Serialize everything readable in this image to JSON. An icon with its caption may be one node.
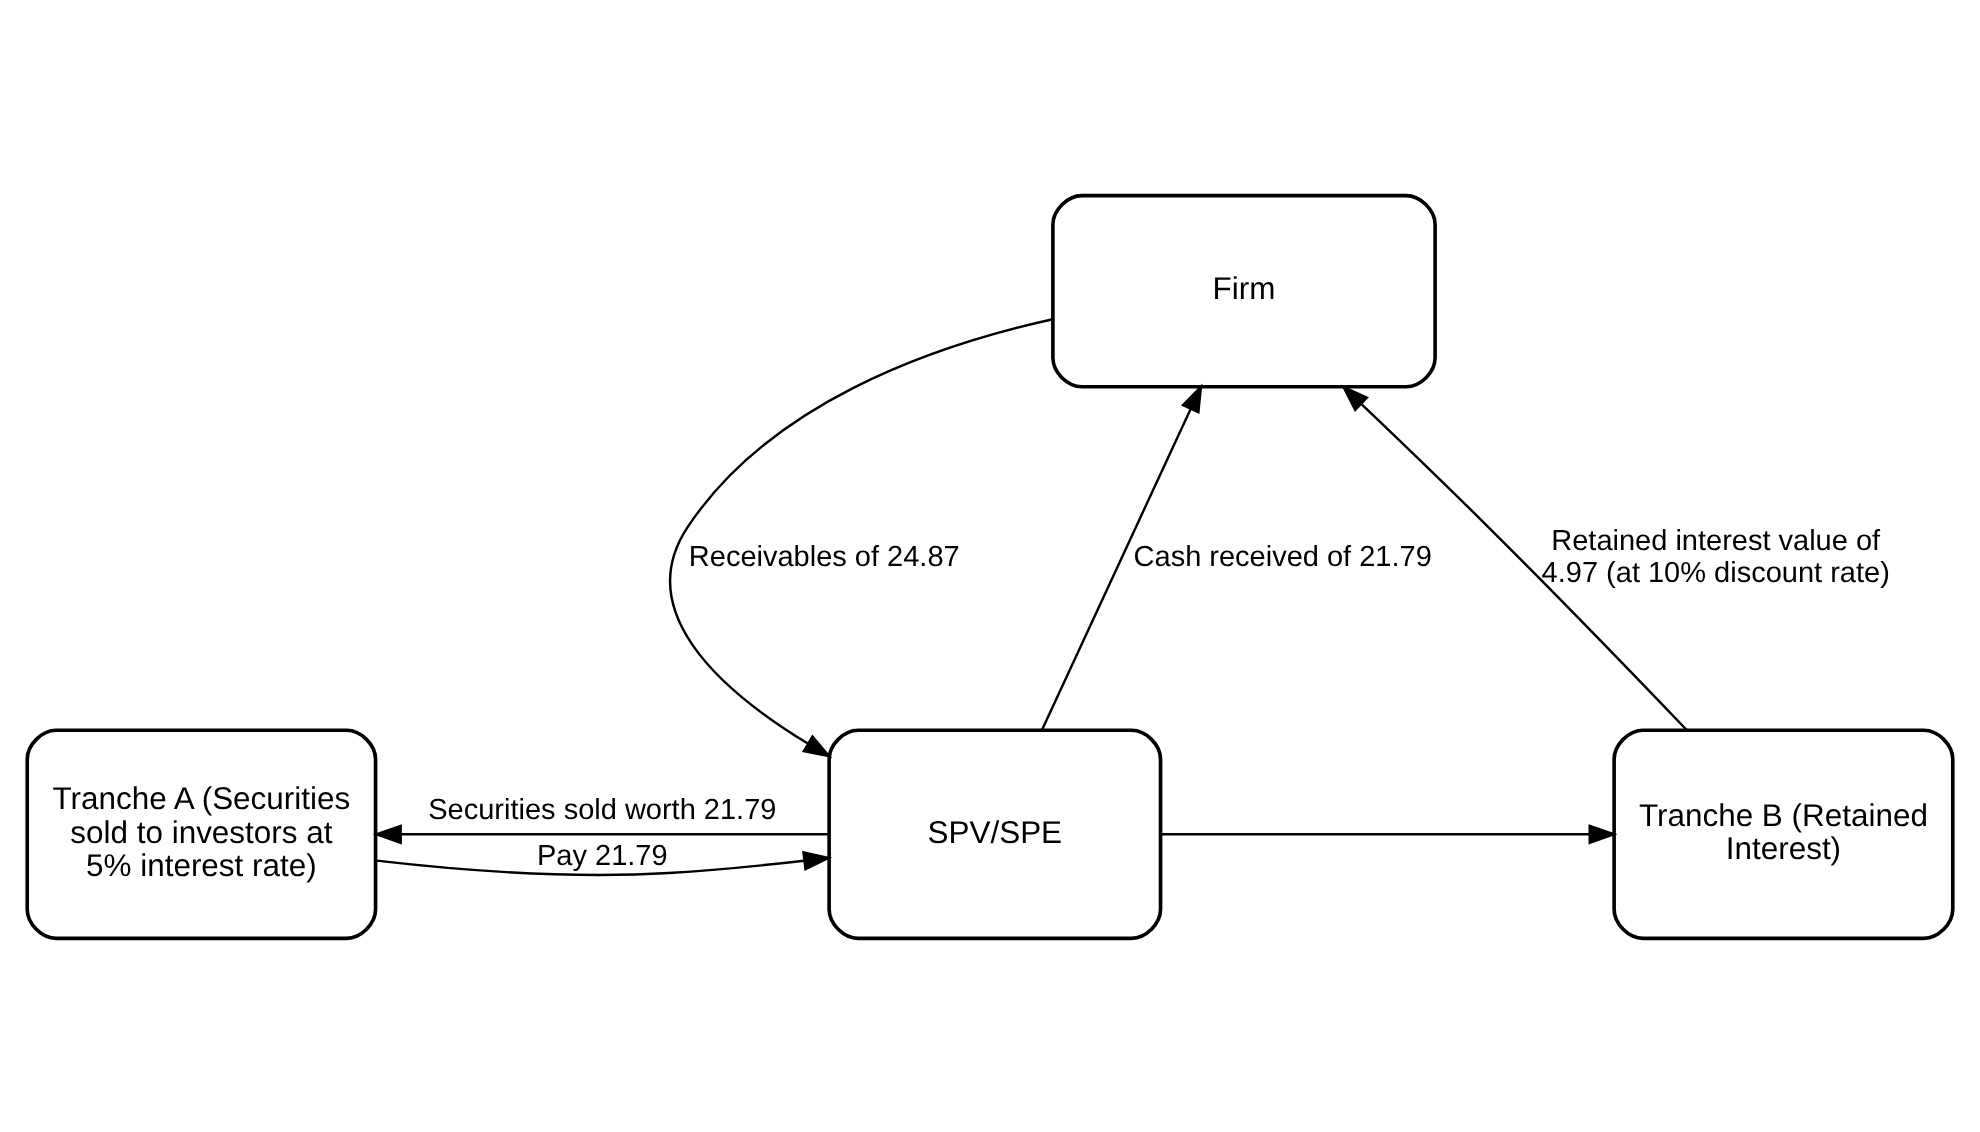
{
  "diagram": {
    "nodes": [
      {
        "text": [
          "Firm"
        ]
      },
      {
        "text": [
          "Tranche A (Securities sold to investors at 5% interest rate)"
        ]
      },
      {
        "text": [
          "SPV/SPE"
        ]
      },
      {
        "text": [
          "Tranche B (Retained Interest)"
        ]
      }
    ],
    "edges": [
      {
        "from": 0,
        "to": 2,
        "arrow": "to",
        "label": "Receivables of 24.87"
      },
      {
        "from": 2,
        "to": 0,
        "arrow": "to",
        "label": "Cash received of 21.79"
      },
      {
        "from": 1,
        "to": 2,
        "arrow": "to",
        "label": "Pay 21.79"
      },
      {
        "from": 2,
        "to": 1,
        "arrow": "to",
        "label": "Securities sold worth 21.79"
      },
      {
        "from": 2,
        "to": 3,
        "arrow": "to"
      },
      {
        "from": 3,
        "to": 0,
        "arrow": "to",
        "label": "Retained interest value of 4.97 (at 10% discount rate)"
      }
    ]
  }
}
